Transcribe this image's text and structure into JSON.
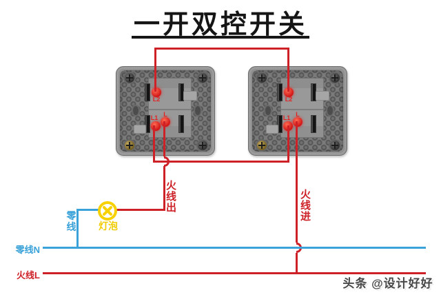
{
  "title": {
    "text": "一开双控开关"
  },
  "switches": [
    {
      "id": "switch-left",
      "terminals": {
        "l2": "L2",
        "l1": "L1",
        "l": "L"
      }
    },
    {
      "id": "switch-right",
      "terminals": {
        "l2": "L2",
        "l1": "L1",
        "l": "L"
      }
    }
  ],
  "labels": {
    "live_out": "火线出",
    "live_in": "火线进",
    "neutral": "零线",
    "bulb": "灯泡",
    "neutral_line": "零线N",
    "live_line": "火线L"
  },
  "watermark": {
    "text": "头条 @设计好好"
  },
  "colors": {
    "wire_red": "#cd2127",
    "wire_blue": "#3aa2d8",
    "lamp_yellow": "#f7d101",
    "title_black": "#151515"
  }
}
